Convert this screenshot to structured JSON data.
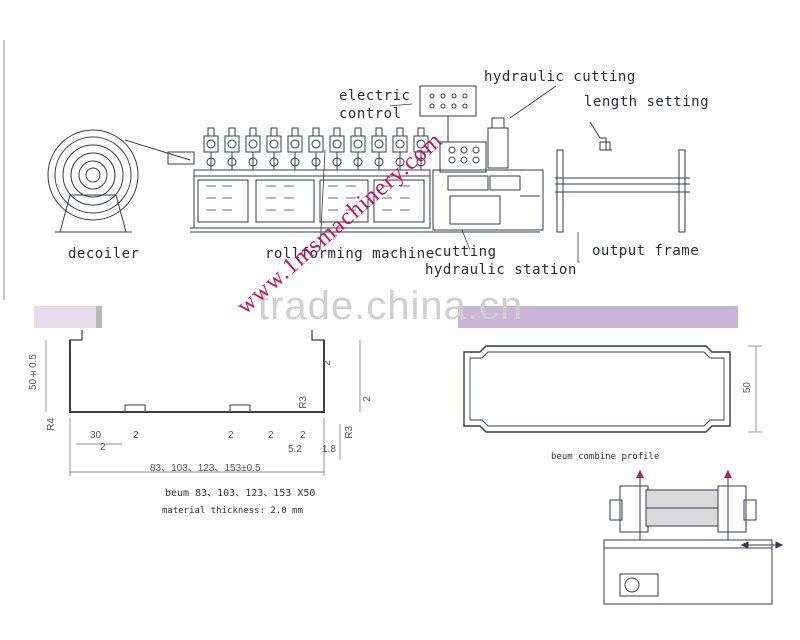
{
  "labels": {
    "hydraulic_cutting": "hydraulic cutting",
    "electric_control_line1": "electric",
    "electric_control_line2": "control",
    "length_setting": "length setting",
    "decoiler": "decoiler",
    "rollforming_machine": "rollforming machine",
    "cutting": "cutting",
    "hydraulic_station": "hydraulic station",
    "output_frame": "output frame"
  },
  "profile_left": {
    "dims": {
      "height": "50±0.5",
      "r4": "R4",
      "d30": "30",
      "d2a": "2",
      "d2b": "2",
      "d2c": "2",
      "d2d": "2",
      "d2e": "2",
      "d52": "5.2",
      "d18": "1.8",
      "r3a": "R3",
      "d2f": "2",
      "r3b": "R3",
      "d2g": "2",
      "width": "83、103、123、153±0.5"
    },
    "caption": "beum 83、103、123、153 X50",
    "thickness": "material thickness: 2.0 mm"
  },
  "profile_right": {
    "height_dim": "50",
    "caption": "beum combine profile"
  },
  "watermarks": {
    "trade": "trade.china.cn",
    "url": "www.1msmachinery.com"
  },
  "colors": {
    "line": "#3a3a4a",
    "profile_band": "#c9b6d6",
    "watermark_url": "#c0185a",
    "watermark_trade": "#cfcfcf"
  }
}
